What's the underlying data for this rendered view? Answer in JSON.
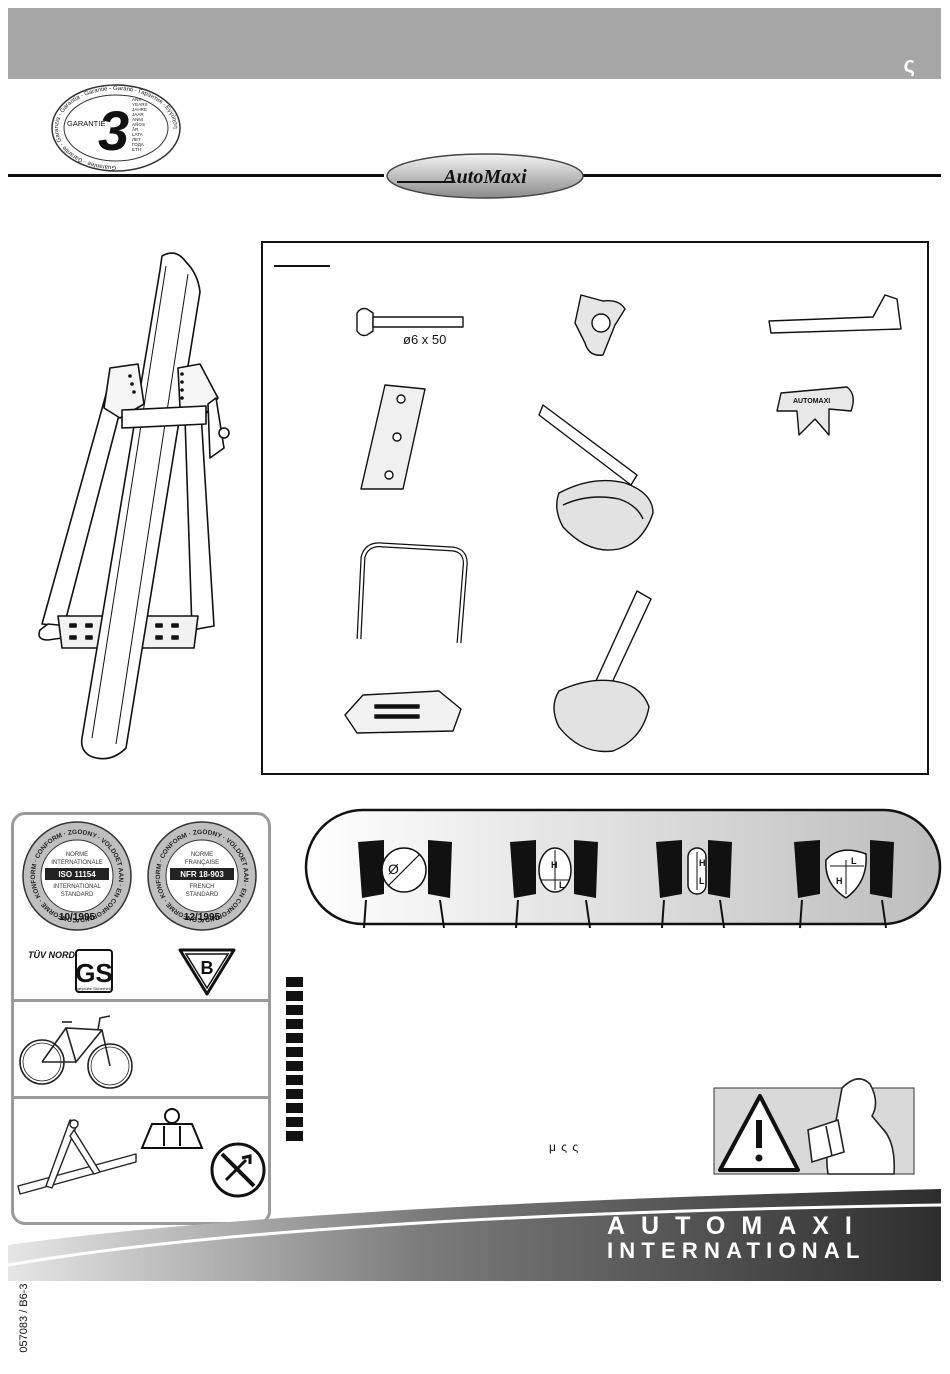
{
  "header": {
    "corner_mark": "ς"
  },
  "guarantee_seal": {
    "number": "3",
    "label": "GARANTIE",
    "ring_text": "Guarantee - Garantie - Garanzia - Garantía - Garantie - Garanti - Гарантия - Εγγύηση",
    "years": [
      "ANS",
      "YEARS",
      "JAHRE",
      "JAAR",
      "ANNI",
      "AÑOS",
      "ÅR",
      "LATA",
      "ЛЕТ",
      "ГОДА",
      "ETH"
    ]
  },
  "brand_logo": "AutoMaxi",
  "parts": {
    "bolt_label": "ø6 x 50",
    "clip_brand": "AUTOMAXI"
  },
  "certifications": {
    "seal1": {
      "top": "NORME",
      "mid": "INTERNATIONALE",
      "code": "ISO 11154",
      "bottom1": "INTERNATIONAL",
      "bottom2": "STANDARD",
      "date": "10/1995"
    },
    "seal2": {
      "top": "NORME",
      "mid": "FRANÇAISE",
      "code": "NFR 18-903",
      "bottom1": "FRENCH",
      "bottom2": "STANDARD",
      "date": "12/1995"
    },
    "ring_text": "CONFORME · KONFORM · CONFORM · ZGODNY · VOLDOET AAN · EN CONFORMIDADE · CONFORMS TO · ΠΙΣΤΟΠΟΙΗΜΕΝΟ",
    "tuv": "TÜV NORD",
    "gs": "GS",
    "gs_small": "geprüfte Sicherheit",
    "b_mark": "B"
  },
  "tube_sizes": {
    "diameter": "Ø",
    "h": "H",
    "l": "L"
  },
  "warning_text": "μ     ς     ς",
  "footer": {
    "brand_line1": "AUTOMAXI",
    "brand_line2": "INTERNATIONAL",
    "doc_number": "057083 / B6-3"
  },
  "colors": {
    "header_gray": "#a6a6a6",
    "footer_dark": "#3c3c3c",
    "panel_border": "#9a9a9a"
  }
}
